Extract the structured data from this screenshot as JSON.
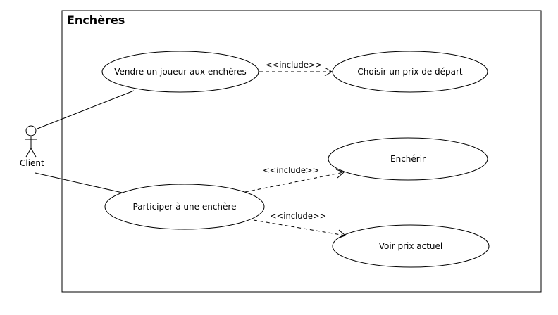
{
  "system": {
    "title": "Enchères"
  },
  "actor": {
    "name": "Client"
  },
  "use_cases": {
    "vendre": "Vendre un joueur aux enchères",
    "choisir": "Choisir un prix de départ",
    "encherir": "Enchérir",
    "participer": "Participer à une enchère",
    "voir": "Voir prix actuel"
  },
  "relations": {
    "include_1": "<<include>>",
    "include_2": "<<include>>",
    "include_3": "<<include>>"
  }
}
